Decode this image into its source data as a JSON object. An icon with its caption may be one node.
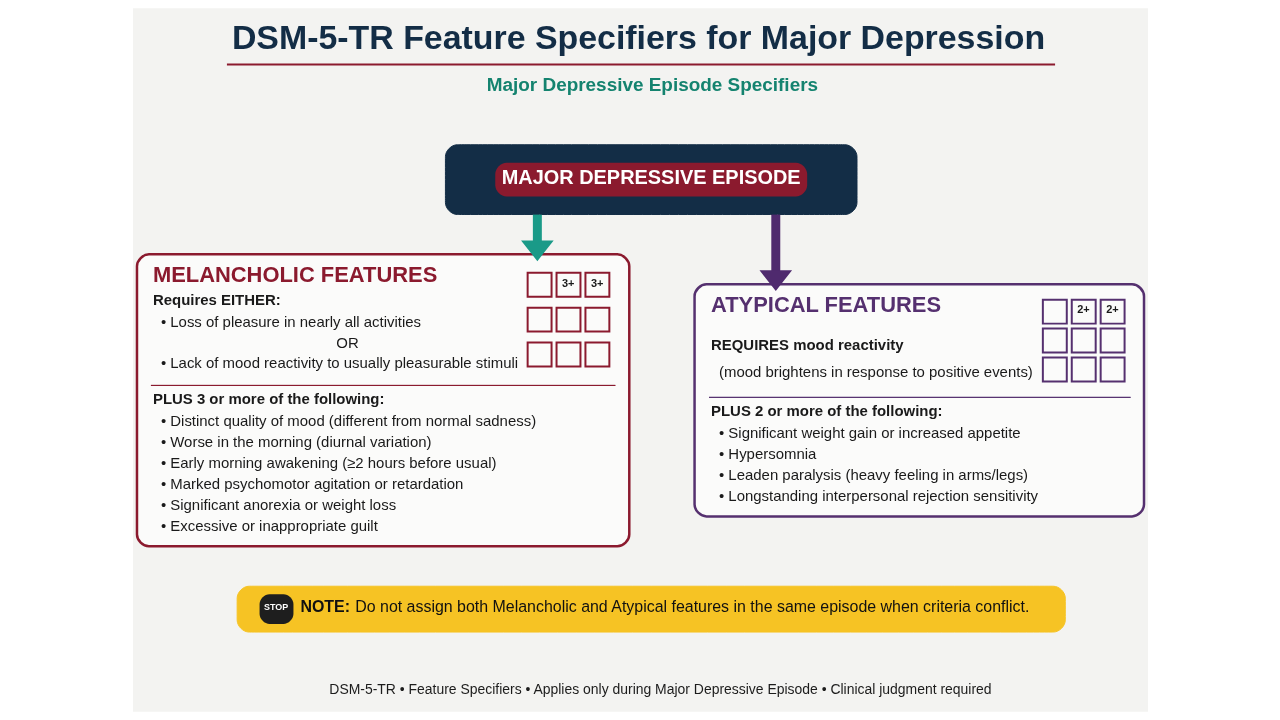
{
  "diagram": {
    "title": "DSM-5-TR Feature Specifiers for Major Depression",
    "nodes": [
      {
        "text": [
          "MAJOR DEPRESSIVE EPISODE"
        ]
      },
      {
        "text": [
          "MELANCHOLIC FEATURES",
          "3+",
          "3+",
          "Requires EITHER:",
          "• Loss of pleasure in nearly all activities",
          "OR",
          "• Lack of mood reactivity to usually pleasurable stimuli",
          "PLUS 3 or more of the following:",
          "• Distinct quality of mood (different from normal sadness)",
          "• Worse in the morning (diurnal variation)",
          "• Early morning awakening (≥2 hours before usual)",
          "• Marked psychomotor agitation or retardation",
          "• Significant anorexia or weight loss",
          "• Excessive or inappropriate guilt"
        ]
      },
      {
        "text": [
          "ATYPICAL FEATURES",
          "2+",
          "2+",
          "REQUIRES mood reactivity",
          "(mood brightens in response to positive events)",
          "PLUS 2 or more of the following:",
          "• Significant weight gain or increased appetite",
          "• Hypersomnia",
          "• Leaden paralysis (heavy feeling in arms/legs)",
          "• Longstanding interpersonal rejection sensitivity"
        ]
      },
      {
        "text": [
          "STOP",
          "**NOTE:** Do not assign both Melancholic and Atypical features in the same episode when criteria conflict."
        ]
      }
    ],
    "edges": [
      {
        "from": 0,
        "to": 1,
        "arrow": "to",
        "color": "#1a9a88"
      },
      {
        "from": 0,
        "to": 2,
        "arrow": "to",
        "color": "#4f2a6e"
      }
    ],
    "labels": [
      "Major Depressive Episode Specifiers",
      "DSM-5-TR • Feature Specifiers • Applies only during Major Depressive Episode • Clinical judgment required"
    ]
  }
}
